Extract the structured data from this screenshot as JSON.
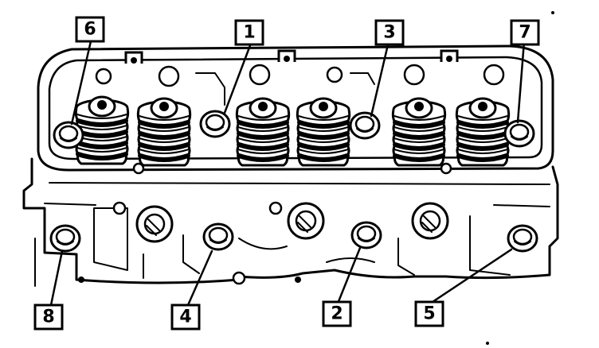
{
  "figure": {
    "bolt_callouts": [
      {
        "label": "1"
      },
      {
        "label": "2"
      },
      {
        "label": "3"
      },
      {
        "label": "4"
      },
      {
        "label": "5"
      },
      {
        "label": "6"
      },
      {
        "label": "7"
      },
      {
        "label": "8"
      }
    ]
  }
}
